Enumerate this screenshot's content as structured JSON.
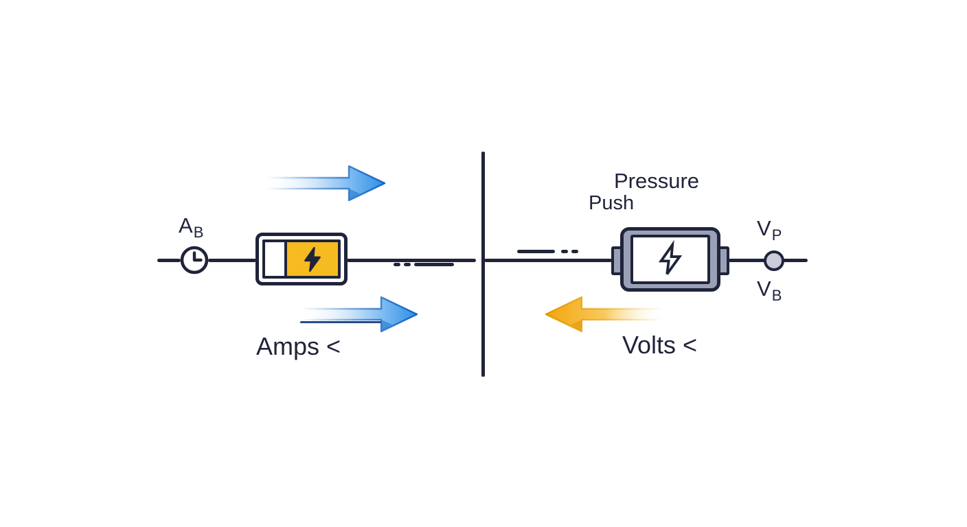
{
  "colors": {
    "ink": "#20243A",
    "battery_yellow": "#F6BB21",
    "battery_gray": "#9AA1B6",
    "node_gray": "#C9CCDA",
    "arrow_blue": "#2B8FE8",
    "arrow_blue_edge": "#1465C0",
    "arrow_yellow": "#F5AE19",
    "arrow_yellow_edge": "#E39C05"
  },
  "left_panel": {
    "meter_label_base": "A",
    "meter_label_sub": "B",
    "caption": "Amps <"
  },
  "right_panel": {
    "title": "Pressure",
    "subtitle": "Push",
    "node_label_top_base": "V",
    "node_label_top_sub": "P",
    "node_label_bottom_base": "V",
    "node_label_bottom_sub": "B",
    "caption": "Volts <"
  }
}
